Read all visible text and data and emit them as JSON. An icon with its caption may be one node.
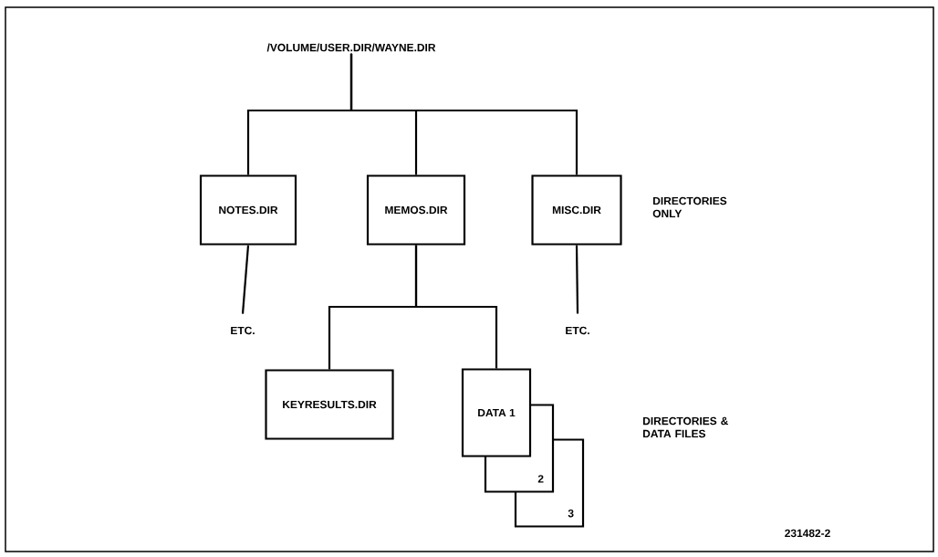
{
  "diagram": {
    "nodes": [
      {
        "text": [
          "/VOLUME/USER.DIR/WAYNE.DIR"
        ]
      },
      {
        "text": [
          "NOTES.DIR"
        ]
      },
      {
        "text": [
          "MEMOS.DIR"
        ]
      },
      {
        "text": [
          "MISC.DIR"
        ]
      },
      {
        "text": [
          "ETC."
        ]
      },
      {
        "text": [
          "ETC."
        ]
      },
      {
        "text": [
          "KEYRESULTS.DIR"
        ]
      },
      {
        "text": [
          "DATA 1"
        ]
      },
      {
        "text": [
          "2"
        ]
      },
      {
        "text": [
          "3"
        ]
      }
    ],
    "edges": [
      {
        "from": 0,
        "to": 1,
        "arrow": "none"
      },
      {
        "from": 0,
        "to": 2,
        "arrow": "none"
      },
      {
        "from": 0,
        "to": 3,
        "arrow": "none"
      },
      {
        "from": 1,
        "to": 4,
        "arrow": "none"
      },
      {
        "from": 3,
        "to": 5,
        "arrow": "none"
      },
      {
        "from": 2,
        "to": 6,
        "arrow": "none"
      },
      {
        "from": 2,
        "to": 7,
        "arrow": "none"
      }
    ],
    "labels": [
      "DIRECTORIES ONLY",
      "DIRECTORIES & DATA FILES",
      "231482-2"
    ]
  }
}
